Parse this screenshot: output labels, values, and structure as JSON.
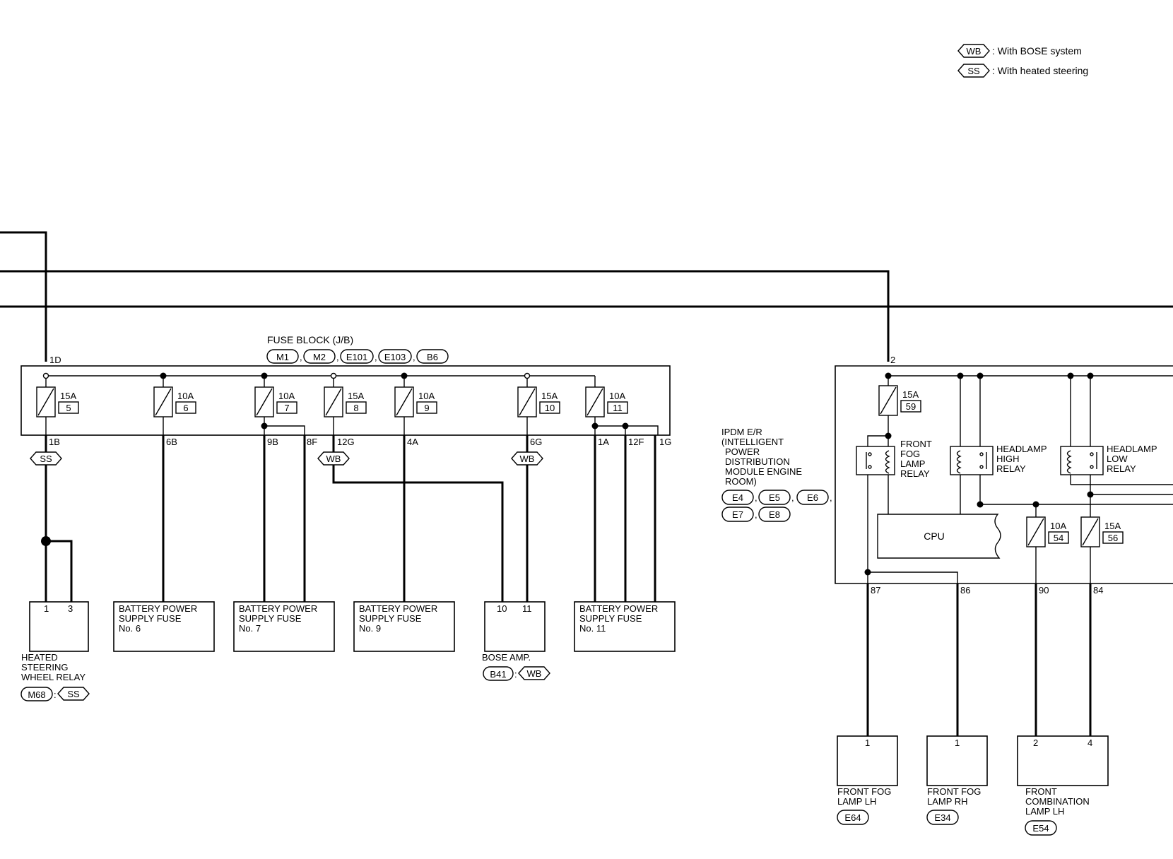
{
  "legend": [
    {
      "code": "WB",
      "text": ": With BOSE system"
    },
    {
      "code": "SS",
      "text": ": With heated steering"
    }
  ],
  "fuse_block": {
    "title": "FUSE BLOCK (J/B)",
    "connectors": [
      "M1",
      "M2",
      "E101",
      "E103",
      "B6"
    ],
    "top_terminal": "1D",
    "fuses": [
      {
        "rating": "15A",
        "number": "5"
      },
      {
        "rating": "10A",
        "number": "6"
      },
      {
        "rating": "10A",
        "number": "7"
      },
      {
        "rating": "15A",
        "number": "8"
      },
      {
        "rating": "10A",
        "number": "9"
      },
      {
        "rating": "15A",
        "number": "10"
      },
      {
        "rating": "10A",
        "number": "11"
      }
    ],
    "terminals": [
      "1B",
      "6B",
      "9B",
      "8F",
      "12G",
      "4A",
      "6G",
      "1A",
      "12F",
      "1G"
    ]
  },
  "option_tags": {
    "ss": "SS",
    "wb": "WB"
  },
  "components": {
    "heated_steering_relay": {
      "label": [
        "HEATED",
        "STEERING",
        "WHEEL RELAY"
      ],
      "pins": [
        "1",
        "3"
      ],
      "connector": "M68",
      "tag": "SS"
    },
    "battery_fuse_6": {
      "label": [
        "BATTERY POWER",
        "SUPPLY FUSE",
        "No. 6"
      ]
    },
    "battery_fuse_7": {
      "label": [
        "BATTERY POWER",
        "SUPPLY FUSE",
        "No. 7"
      ]
    },
    "battery_fuse_9": {
      "label": [
        "BATTERY POWER",
        "SUPPLY FUSE",
        "No. 9"
      ]
    },
    "bose_amp": {
      "label": "BOSE AMP.",
      "pins": [
        "10",
        "11"
      ],
      "connector": "B41",
      "tag": "WB"
    },
    "battery_fuse_11": {
      "label": [
        "BATTERY POWER",
        "SUPPLY FUSE",
        "No. 11"
      ]
    }
  },
  "ipdm": {
    "label": [
      "IPDM E/R",
      "(INTELLIGENT",
      "POWER",
      "DISTRIBUTION",
      "MODULE ENGINE",
      "ROOM)"
    ],
    "connectors": [
      "E4",
      "E5",
      "E6",
      "E7",
      "E8"
    ],
    "top_terminal": "2",
    "fuses": [
      {
        "rating": "15A",
        "number": "59"
      },
      {
        "rating": "10A",
        "number": "54"
      },
      {
        "rating": "15A",
        "number": "56"
      }
    ],
    "relays": [
      [
        "FRONT",
        "FOG",
        "LAMP",
        "RELAY"
      ],
      [
        "HEADLAMP",
        "HIGH",
        "RELAY"
      ],
      [
        "HEADLAMP",
        "LOW",
        "RELAY"
      ]
    ],
    "cpu_label": "CPU",
    "terminals": [
      "87",
      "86",
      "90",
      "84"
    ]
  },
  "lamps": {
    "fog_lh": {
      "pin": "1",
      "label": [
        "FRONT FOG",
        "LAMP LH"
      ],
      "connector": "E64"
    },
    "fog_rh": {
      "pin": "1",
      "label": [
        "FRONT FOG",
        "LAMP RH"
      ],
      "connector": "E34"
    },
    "combo_lh": {
      "pins": [
        "2",
        "4"
      ],
      "label": [
        "FRONT",
        "COMBINATION",
        "LAMP LH"
      ],
      "connector": "E54"
    }
  }
}
